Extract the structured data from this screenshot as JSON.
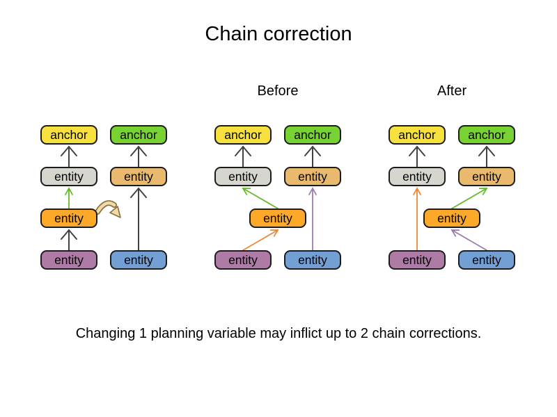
{
  "title": "Chain correction",
  "caption": "Changing 1 planning variable may inflict up to 2 chain corrections.",
  "colors": {
    "background": "#FFFFFF",
    "text": "#000000",
    "node_border": "#1C1C1C",
    "node_yellow": "#F7E13E",
    "node_green": "#77D232",
    "node_gray": "#D6D6CE",
    "node_tan": "#E9B96E",
    "node_orange": "#FCA828",
    "node_purple": "#AD7BA5",
    "node_blue": "#729FD4",
    "arrow_dark": "#424242",
    "arrow_green": "#5FBB26",
    "arrow_orange": "#ED8733",
    "arrow_purple": "#9C7BAD",
    "move_arrow_fill": "#F0DAA8",
    "move_arrow_outline": "#8A6F3D"
  },
  "panels": [
    {
      "id": "p1",
      "label": "",
      "nodes": [
        {
          "id": "a1",
          "label": "anchor",
          "color": "yellow",
          "row": 1,
          "col": "L"
        },
        {
          "id": "a2",
          "label": "anchor",
          "color": "green",
          "row": 1,
          "col": "R"
        },
        {
          "id": "e_gray",
          "label": "entity",
          "color": "gray",
          "row": 2,
          "col": "L"
        },
        {
          "id": "e_tan",
          "label": "entity",
          "color": "tan",
          "row": 2,
          "col": "R"
        },
        {
          "id": "e_org",
          "label": "entity",
          "color": "orange",
          "row": 3,
          "col": "L"
        },
        {
          "id": "e_pur",
          "label": "entity",
          "color": "purple",
          "row": 4,
          "col": "L"
        },
        {
          "id": "e_blu",
          "label": "entity",
          "color": "blue",
          "row": 4,
          "col": "R"
        }
      ],
      "arrows": [
        {
          "from": "e_gray",
          "to": "a1",
          "color": "dark"
        },
        {
          "from": "e_org",
          "to": "e_gray",
          "color": "green"
        },
        {
          "from": "e_pur",
          "to": "e_org",
          "color": "dark"
        },
        {
          "from": "e_tan",
          "to": "a2",
          "color": "dark"
        },
        {
          "from": "e_blu",
          "to": "e_tan",
          "color": "dark"
        }
      ],
      "move_arrow": true
    },
    {
      "id": "p2",
      "label": "Before",
      "nodes": [
        {
          "id": "a1",
          "label": "anchor",
          "color": "yellow",
          "row": 1,
          "col": "L"
        },
        {
          "id": "a2",
          "label": "anchor",
          "color": "green",
          "row": 1,
          "col": "R"
        },
        {
          "id": "e_gray",
          "label": "entity",
          "color": "gray",
          "row": 2,
          "col": "L"
        },
        {
          "id": "e_tan",
          "label": "entity",
          "color": "tan",
          "row": 2,
          "col": "R"
        },
        {
          "id": "e_org",
          "label": "entity",
          "color": "orange",
          "row": 3,
          "col": "M"
        },
        {
          "id": "e_pur",
          "label": "entity",
          "color": "purple",
          "row": 4,
          "col": "L"
        },
        {
          "id": "e_blu",
          "label": "entity",
          "color": "blue",
          "row": 4,
          "col": "R"
        }
      ],
      "arrows": [
        {
          "from": "e_gray",
          "to": "a1",
          "color": "dark"
        },
        {
          "from": "e_tan",
          "to": "a2",
          "color": "dark"
        },
        {
          "from": "e_org",
          "to": "e_gray",
          "color": "green"
        },
        {
          "from": "e_pur",
          "to": "e_org",
          "color": "orange"
        },
        {
          "from": "e_blu",
          "to": "e_tan",
          "color": "purple"
        }
      ],
      "move_arrow": false
    },
    {
      "id": "p3",
      "label": "After",
      "nodes": [
        {
          "id": "a1",
          "label": "anchor",
          "color": "yellow",
          "row": 1,
          "col": "L"
        },
        {
          "id": "a2",
          "label": "anchor",
          "color": "green",
          "row": 1,
          "col": "R"
        },
        {
          "id": "e_gray",
          "label": "entity",
          "color": "gray",
          "row": 2,
          "col": "L"
        },
        {
          "id": "e_tan",
          "label": "entity",
          "color": "tan",
          "row": 2,
          "col": "R"
        },
        {
          "id": "e_org",
          "label": "entity",
          "color": "orange",
          "row": 3,
          "col": "M"
        },
        {
          "id": "e_pur",
          "label": "entity",
          "color": "purple",
          "row": 4,
          "col": "L"
        },
        {
          "id": "e_blu",
          "label": "entity",
          "color": "blue",
          "row": 4,
          "col": "R"
        }
      ],
      "arrows": [
        {
          "from": "e_gray",
          "to": "a1",
          "color": "dark"
        },
        {
          "from": "e_tan",
          "to": "a2",
          "color": "dark"
        },
        {
          "from": "e_org",
          "to": "e_tan",
          "color": "green"
        },
        {
          "from": "e_pur",
          "to": "e_gray",
          "color": "orange"
        },
        {
          "from": "e_blu",
          "to": "e_org",
          "color": "purple"
        }
      ],
      "move_arrow": false
    }
  ]
}
